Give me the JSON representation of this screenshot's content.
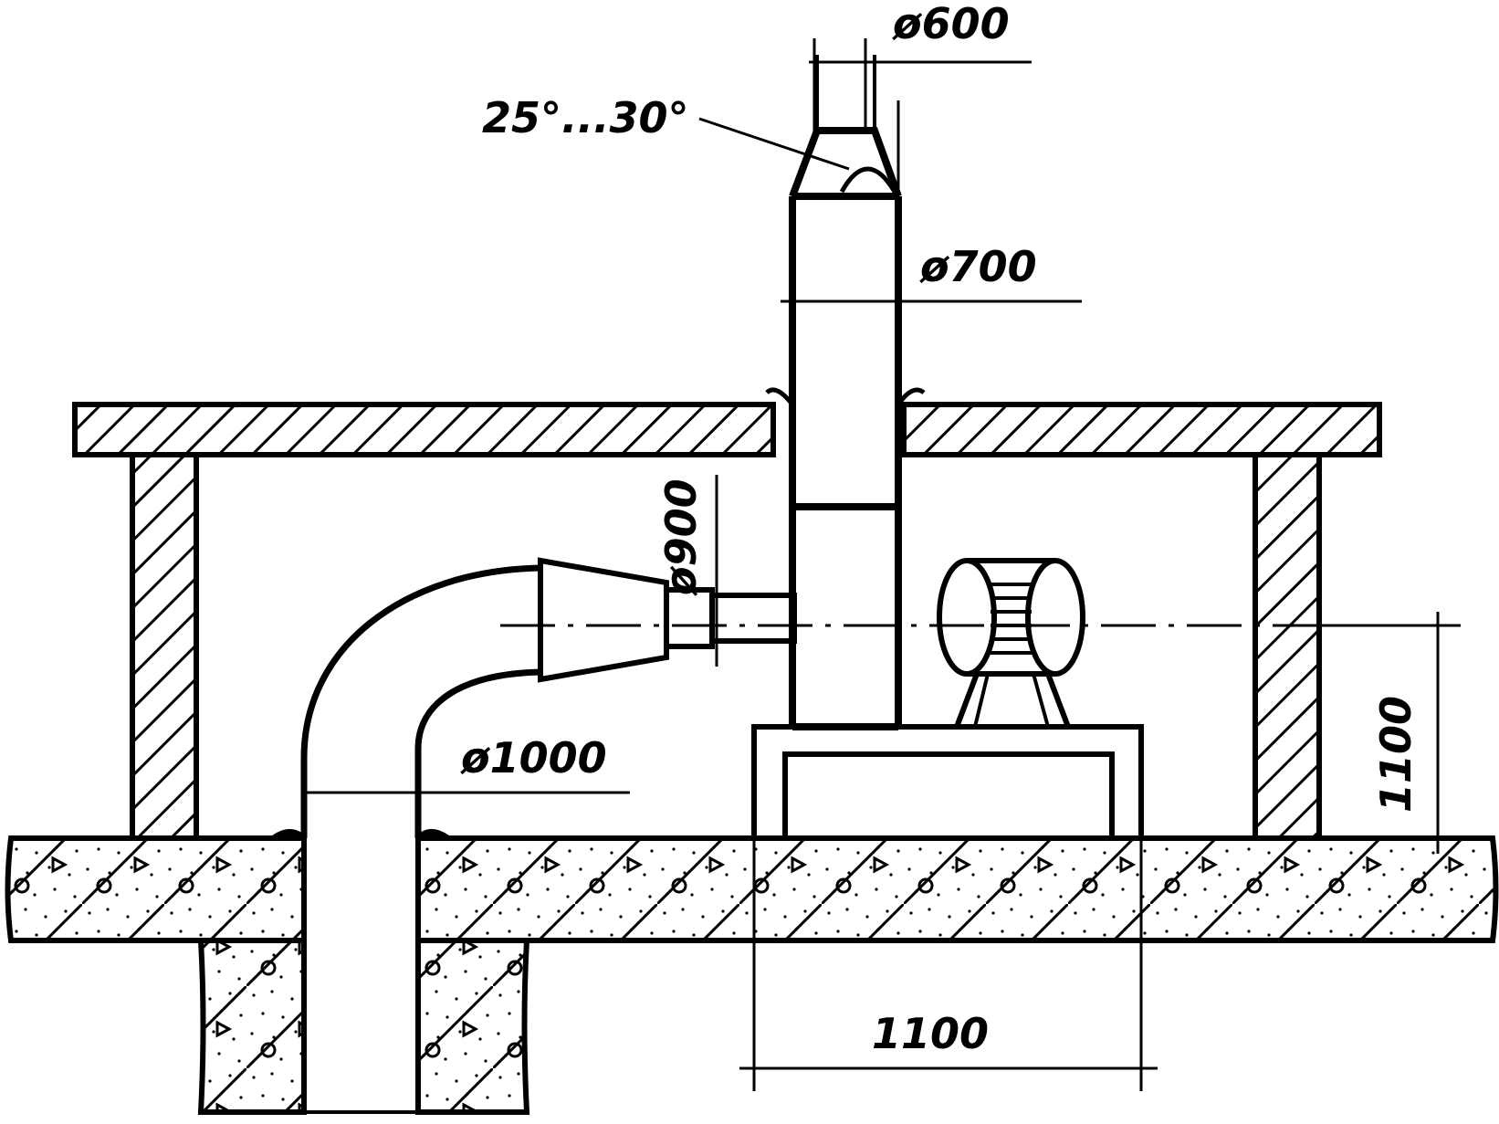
{
  "dimensions": {
    "outlet_diameter": "ø600",
    "cone_angle": "25°...30°",
    "stack_diameter": "ø700",
    "fan_inlet_diameter": "ø900",
    "elbow_diameter": "ø1000",
    "shaft_height": "1100",
    "base_width": "1100"
  },
  "colors": {
    "line": "#000000",
    "background": "#ffffff"
  }
}
